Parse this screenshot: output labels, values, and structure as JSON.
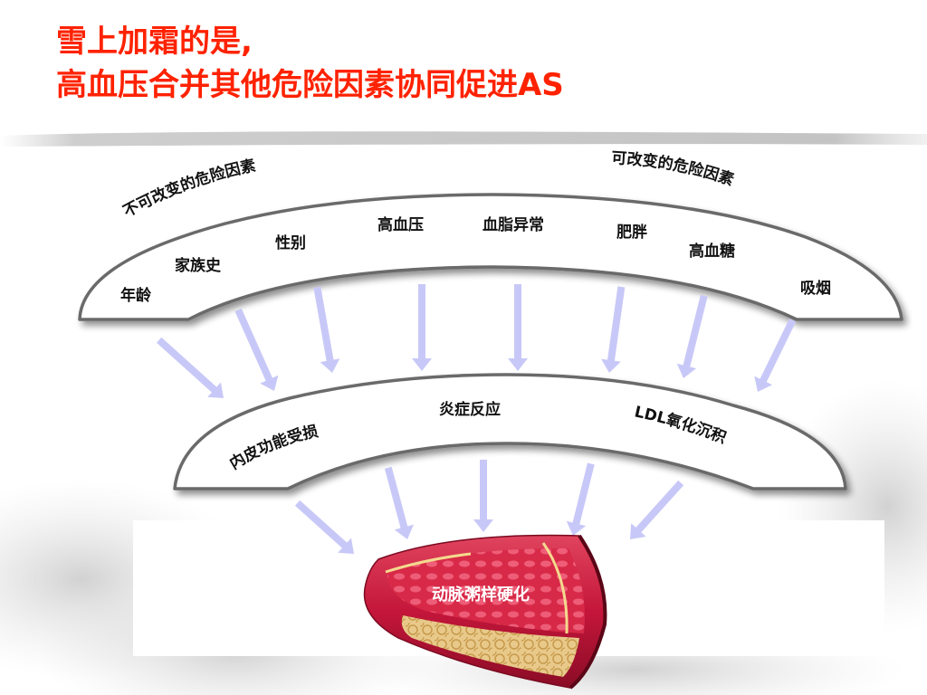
{
  "title": {
    "line1": "雪上加霜的是,",
    "line2": "高血压合并其他危险因素协同促进AS"
  },
  "arc_labels": {
    "non_modifiable": "不可改变的危险因素",
    "modifiable": "可改变的危险因素"
  },
  "risk_factors": [
    "年龄",
    "家族史",
    "性别",
    "高血压",
    "血脂异常",
    "肥胖",
    "高血糖",
    "吸烟"
  ],
  "mechanisms": [
    "内皮功能受损",
    "炎症反应",
    "LDL氧化沉积"
  ],
  "outcome": "动脉粥样硬化",
  "colors": {
    "title": "#ff2200",
    "arrow": "#c8c8f8",
    "band_stroke": "#666666",
    "vessel": "#c4163a"
  }
}
